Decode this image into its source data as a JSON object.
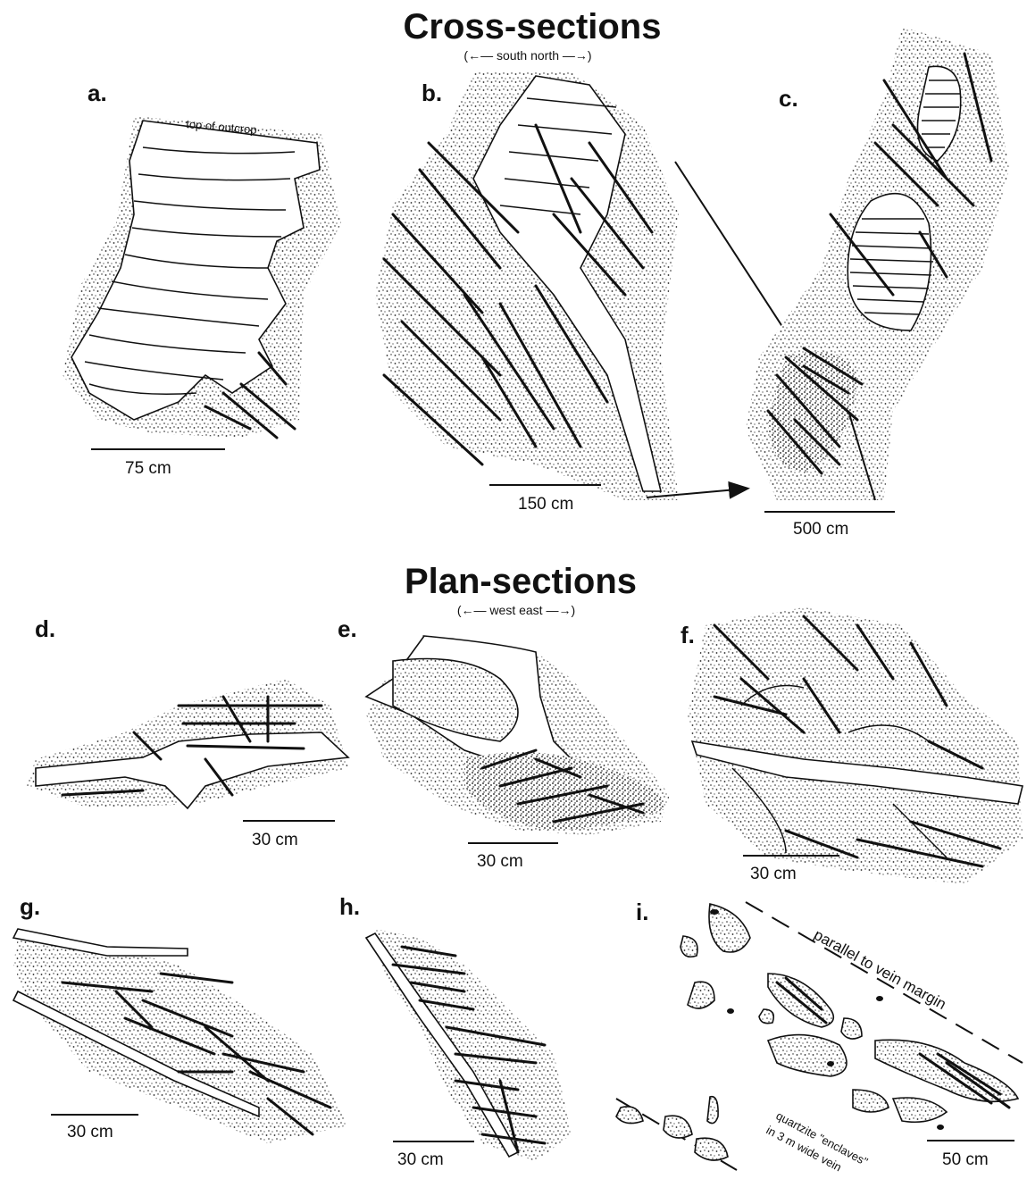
{
  "titles": {
    "cross": "Cross-sections",
    "cross_dir": "(←— south      north —→)",
    "plan": "Plan-sections",
    "plan_dir": "(←— west      east —→)"
  },
  "panels": {
    "a": {
      "label": "a.",
      "scale": "75 cm",
      "note": "top of outcrop"
    },
    "b": {
      "label": "b.",
      "scale": "150 cm"
    },
    "c": {
      "label": "c.",
      "scale": "500 cm"
    },
    "d": {
      "label": "d.",
      "scale": "30 cm"
    },
    "e": {
      "label": "e.",
      "scale": "30 cm"
    },
    "f": {
      "label": "f.",
      "scale": "30 cm"
    },
    "g": {
      "label": "g.",
      "scale": "30 cm"
    },
    "h": {
      "label": "h.",
      "scale": "30 cm"
    },
    "i": {
      "label": "i.",
      "scale": "50 cm",
      "note_parallel": "parallel to vein margin",
      "note_enclaves_1": "quartzite \"enclaves\"",
      "note_enclaves_2": "in 3 m wide vein"
    }
  }
}
